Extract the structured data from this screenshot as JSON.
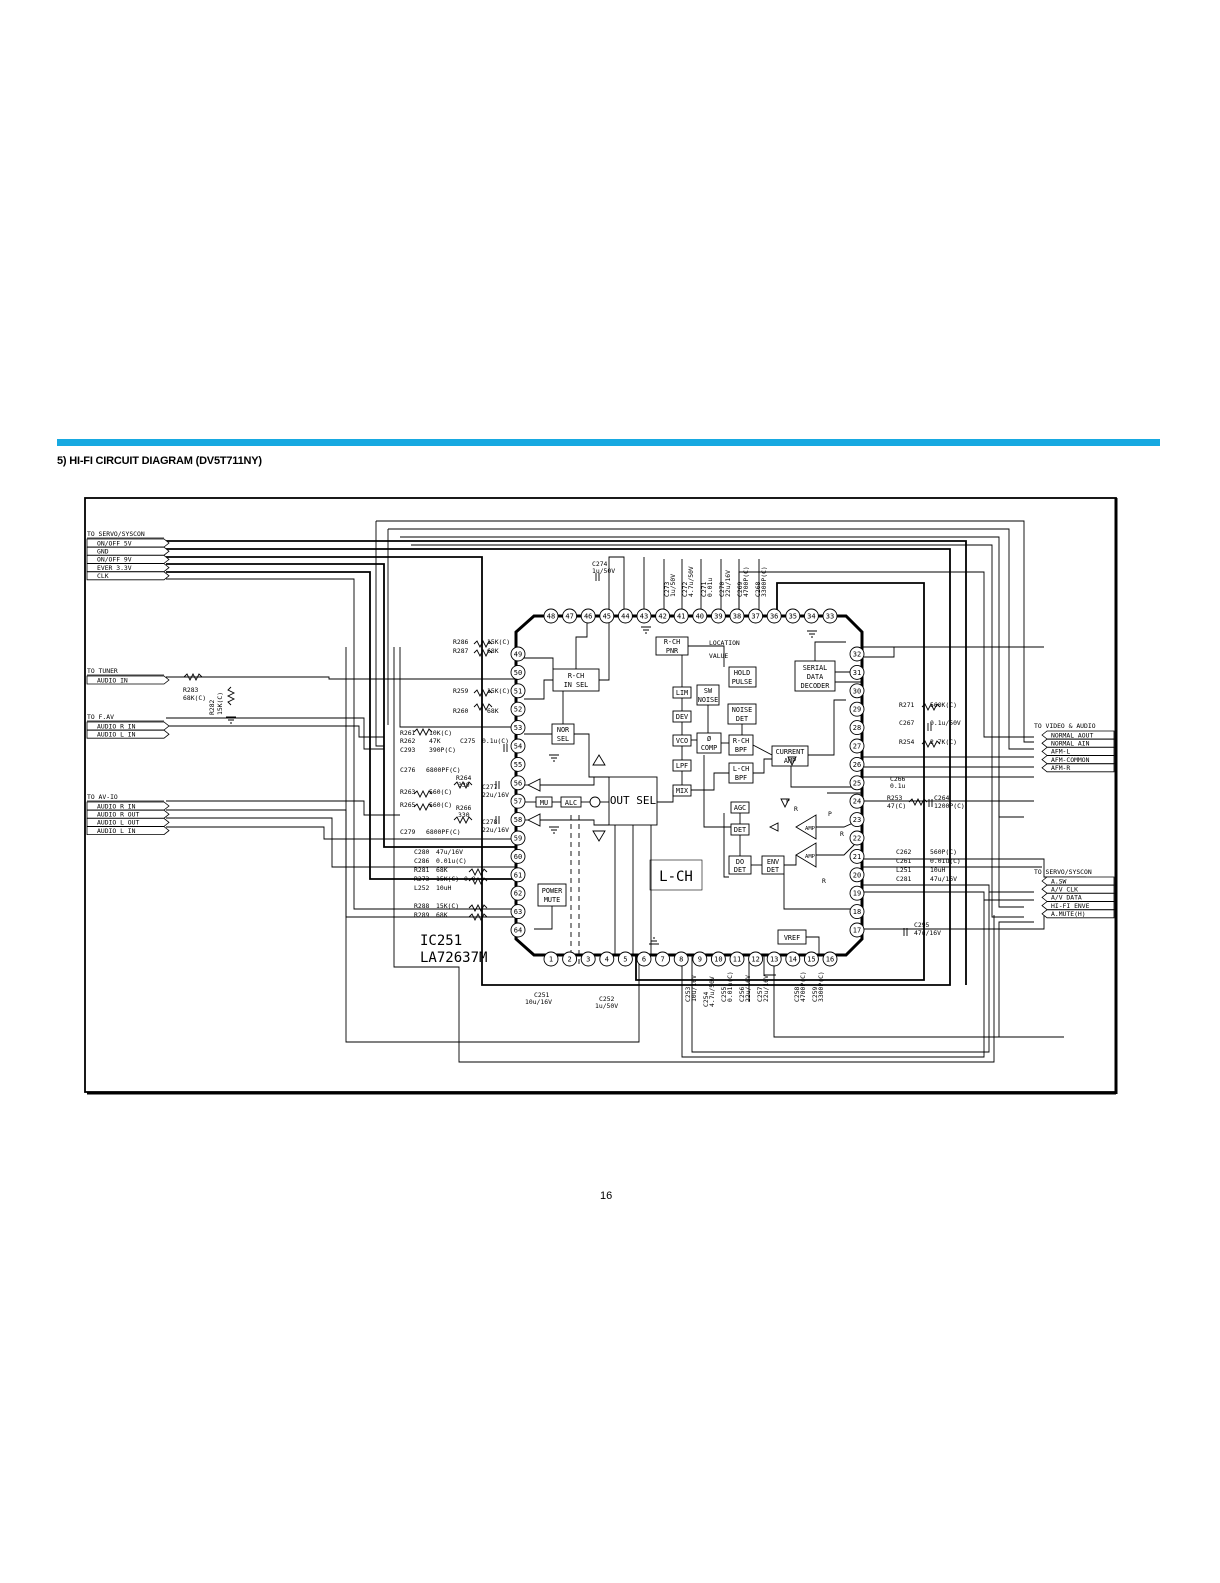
{
  "header": {
    "section_title": "5) HI-FI CIRCUIT DIAGRAM  (DV5T711NY)"
  },
  "footer": {
    "page_number": "16"
  },
  "ic": {
    "ref": "IC251",
    "part": "LA72637M",
    "channel_label": "L-CH"
  },
  "connectors": {
    "servo_top": {
      "title": "TO SERVO/SYSCON",
      "pins": [
        "ON/OFF 5V",
        "GND",
        "ON/OFF 9V",
        "EVER 3.3V",
        "CLK"
      ]
    },
    "tuner": {
      "title": "TO TUNER",
      "pins": [
        "AUDIO IN"
      ]
    },
    "fav": {
      "title": "TO F.AV",
      "pins": [
        "AUDIO R IN",
        "AUDIO L IN"
      ]
    },
    "av_io": {
      "title": "TO AV-IO",
      "pins": [
        "AUDIO R IN",
        "AUDIO R OUT",
        "AUDIO L OUT",
        "AUDIO L IN"
      ]
    },
    "video_audio": {
      "title": "TO VIDEO & AUDIO",
      "pins": [
        "NORMAL AOUT",
        "NORMAL AIN",
        "AFM-L",
        "AFM-COMMON",
        "AFM-R"
      ]
    },
    "servo_right": {
      "title": "TO SERVO/SYSCON",
      "pins": [
        "A.SW",
        "A/V CLK",
        "A/V DATA",
        "HI-FI ENVE",
        "A.MUTE(H)"
      ]
    }
  },
  "blocks": {
    "r_ch_in_sel": [
      "R-CH",
      "IN SEL"
    ],
    "nor_sel": [
      "NOR",
      "SEL"
    ],
    "out_sel": [
      "OUT SEL"
    ],
    "mu": [
      "MU"
    ],
    "alc": [
      "ALC"
    ],
    "power_mute": [
      "POWER",
      "MUTE"
    ],
    "r_ch_pnr": [
      "R-CH",
      "PNR"
    ],
    "lim": [
      "LIM"
    ],
    "dev": [
      "DEV"
    ],
    "vco": [
      "VCO"
    ],
    "lpf": [
      "LPF"
    ],
    "mix": [
      "MIX"
    ],
    "sw_noise": [
      "SW",
      "NOISE"
    ],
    "phase_comp": [
      "Ø",
      "COMP"
    ],
    "noise_det": [
      "NOISE",
      "DET"
    ],
    "hold_pulse": [
      "HOLD",
      "PULSE"
    ],
    "serial_decoder": [
      "SERIAL",
      "DATA",
      "DECODER"
    ],
    "r_ch_bpf": [
      "R-CH",
      "BPF"
    ],
    "l_ch_bpf": [
      "L-CH",
      "BPF"
    ],
    "current_amp": [
      "CURRENT",
      "AMP"
    ],
    "agc": [
      "AGC"
    ],
    "det": [
      "DET"
    ],
    "do_det": [
      "DO",
      "DET"
    ],
    "env_det": [
      "ENV",
      "DET"
    ],
    "vref": [
      "VREF"
    ],
    "amp": [
      "AMP"
    ],
    "location": "LOCATION",
    "value": "VALUE"
  },
  "pins": {
    "top": [
      "48",
      "47",
      "46",
      "45",
      "44",
      "43",
      "42",
      "41",
      "40",
      "39",
      "38",
      "37",
      "36",
      "35",
      "34",
      "33"
    ],
    "left": [
      "49",
      "50",
      "51",
      "52",
      "53",
      "54",
      "55",
      "56",
      "57",
      "58",
      "59",
      "60",
      "61",
      "62",
      "63",
      "64"
    ],
    "right": [
      "32",
      "31",
      "30",
      "29",
      "28",
      "27",
      "26",
      "25",
      "24",
      "23",
      "22",
      "21",
      "20",
      "19",
      "18",
      "17"
    ],
    "bottom": [
      "1",
      "2",
      "3",
      "4",
      "5",
      "6",
      "7",
      "8",
      "9",
      "10",
      "11",
      "12",
      "13",
      "14",
      "15",
      "16"
    ]
  },
  "component_labels": {
    "left": [
      [
        "R286",
        "15K(C)"
      ],
      [
        "R287",
        "68K"
      ],
      [
        "R259",
        "15K(C)"
      ],
      [
        "R260",
        "68K"
      ],
      [
        "R261",
        "10K(C)"
      ],
      [
        "R262",
        "47K"
      ],
      [
        "C293",
        "390P(C)"
      ],
      [
        "C275",
        "0.1u(C)"
      ],
      [
        "C276",
        "6800PF(C)"
      ],
      [
        "R264",
        "330"
      ],
      [
        "C277",
        "22u/16V"
      ],
      [
        "R263",
        "560(C)"
      ],
      [
        "R265",
        "560(C)"
      ],
      [
        "R266",
        "330"
      ],
      [
        "C278",
        "22u/16V"
      ],
      [
        "C279",
        "6800PF(C)"
      ],
      [
        "C280",
        "47u/16V"
      ],
      [
        "C286",
        "0.01u(C)"
      ],
      [
        "R281",
        "68K"
      ],
      [
        "R273",
        "15K(C)"
      ],
      [
        "L252",
        "10uH"
      ],
      [
        "R288",
        "15K(C)"
      ],
      [
        "R289",
        "68K"
      ],
      [
        "R283",
        "68K(C)"
      ],
      [
        "R282",
        "15K(C)"
      ],
      [
        "R272",
        "0.0"
      ]
    ],
    "top": [
      [
        "C274",
        "1u/50V"
      ],
      [
        "C273",
        "1u/50V"
      ],
      [
        "C272",
        "4.7u/50V"
      ],
      [
        "C271",
        "0.01u"
      ],
      [
        "C270",
        "22u/16V"
      ],
      [
        "C269",
        "4700P(C)"
      ],
      [
        "C268",
        "3300P(C)"
      ]
    ],
    "right": [
      [
        "R271",
        "560K(C)"
      ],
      [
        "C267",
        "0.1u/50V"
      ],
      [
        "R254",
        "2.7K(C)"
      ],
      [
        "C266",
        "0.1u"
      ],
      [
        "R253",
        "47(C)"
      ],
      [
        "C264",
        "1200P(C)"
      ],
      [
        "C262",
        "560P(C)"
      ],
      [
        "C261",
        "0.01u(C)"
      ],
      [
        "L251",
        "10uH"
      ],
      [
        "C281",
        "47u/16V"
      ],
      [
        "C295",
        "47u/16V"
      ]
    ],
    "bottom": [
      [
        "C251",
        "10u/16V"
      ],
      [
        "C252",
        "1u/50V"
      ],
      [
        "C253",
        "10u/16V"
      ],
      [
        "C254",
        "4.7u/50V"
      ],
      [
        "C255",
        "0.01u(C)"
      ],
      [
        "C256",
        "22u/16V"
      ],
      [
        "C257",
        "22u/16V"
      ],
      [
        "C258",
        "4700P(C)"
      ],
      [
        "C259",
        "3300P(C)"
      ]
    ]
  },
  "switch_letters": {
    "p": "P",
    "r": "R"
  }
}
